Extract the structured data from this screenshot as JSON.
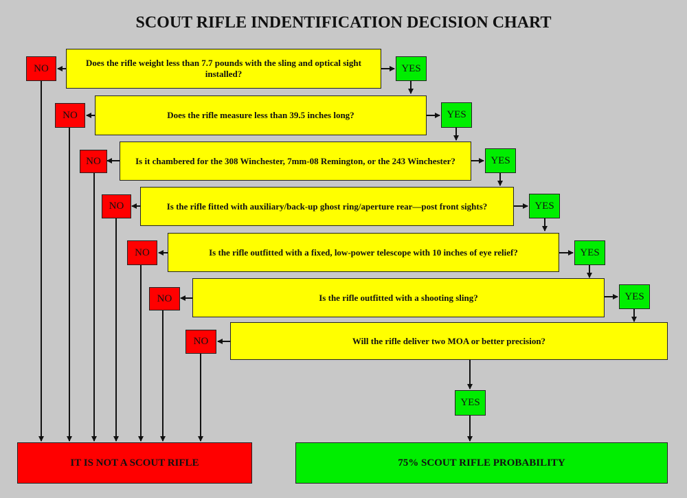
{
  "title": "SCOUT RIFLE INDENTIFICATION DECISION CHART",
  "questions": [
    "Does the rifle weight less than 7.7 pounds with the sling and optical sight installed?",
    "Does the rifle measure less than 39.5 inches long?",
    "Is it chambered for the 308 Winchester, 7mm-08 Remington, or the 243 Winchester?",
    "Is the rifle fitted with auxiliary/back-up ghost ring/aperture rear—post front sights?",
    "Is the rifle outfitted with a fixed, low-power telescope with 10 inches of eye relief?",
    "Is the rifle outfitted with a shooting sling?",
    "Will the rifle deliver two MOA or better precision?"
  ],
  "labels": {
    "no": "NO",
    "yes": "YES"
  },
  "outcomes": {
    "not_scout": "IT IS NOT A SCOUT RIFLE",
    "scout": "75% SCOUT RIFLE PROBABILITY"
  },
  "colors": {
    "background": "#c8c8c8",
    "question": "#ffff00",
    "no": "#ff0000",
    "yes": "#00ee00"
  }
}
